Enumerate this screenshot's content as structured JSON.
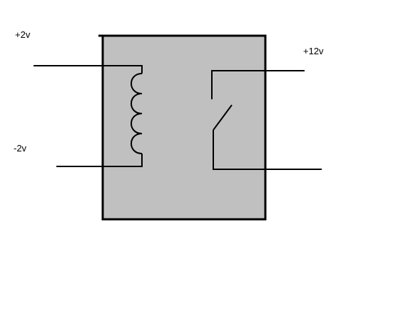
{
  "labels": {
    "coil_positive": "+2v",
    "coil_negative": "-2v",
    "switch_supply": "+12v"
  },
  "colors": {
    "background": "#ffffff",
    "relay_body": "#c0c0c0",
    "wire": "#000000"
  }
}
